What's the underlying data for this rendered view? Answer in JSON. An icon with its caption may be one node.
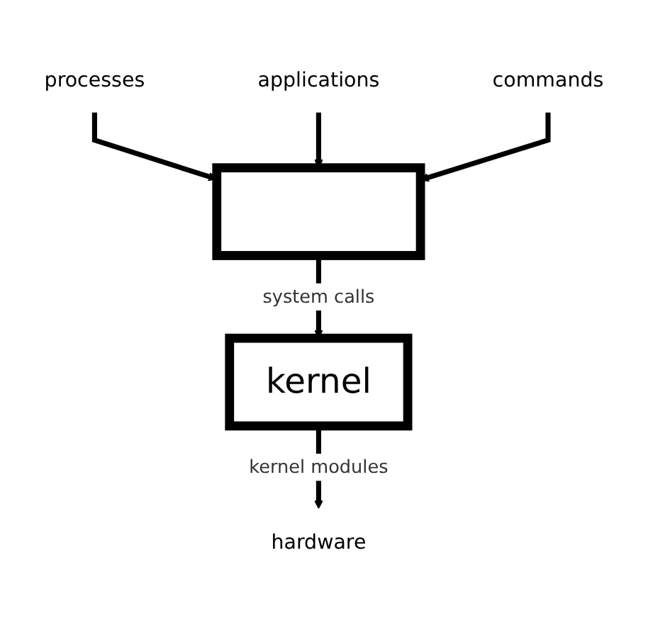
{
  "diagram": {
    "nodes": [
      {
        "text": [
          "processes"
        ]
      },
      {
        "text": [
          "applications"
        ]
      },
      {
        "text": [
          "commands"
        ]
      },
      {
        "text": [],
        "shape": "box"
      },
      {
        "text": [
          "kernel"
        ]
      },
      {
        "text": [
          "hardware"
        ]
      }
    ],
    "edges": [
      {
        "from": 0,
        "to": 3,
        "arrow": "to"
      },
      {
        "from": 1,
        "to": 3,
        "arrow": "to"
      },
      {
        "from": 2,
        "to": 3,
        "arrow": "to"
      },
      {
        "from": 3,
        "to": 4,
        "arrow": "to",
        "label": "system calls"
      },
      {
        "from": 4,
        "to": 5,
        "arrow": "to",
        "label": "kernel modules"
      }
    ]
  }
}
